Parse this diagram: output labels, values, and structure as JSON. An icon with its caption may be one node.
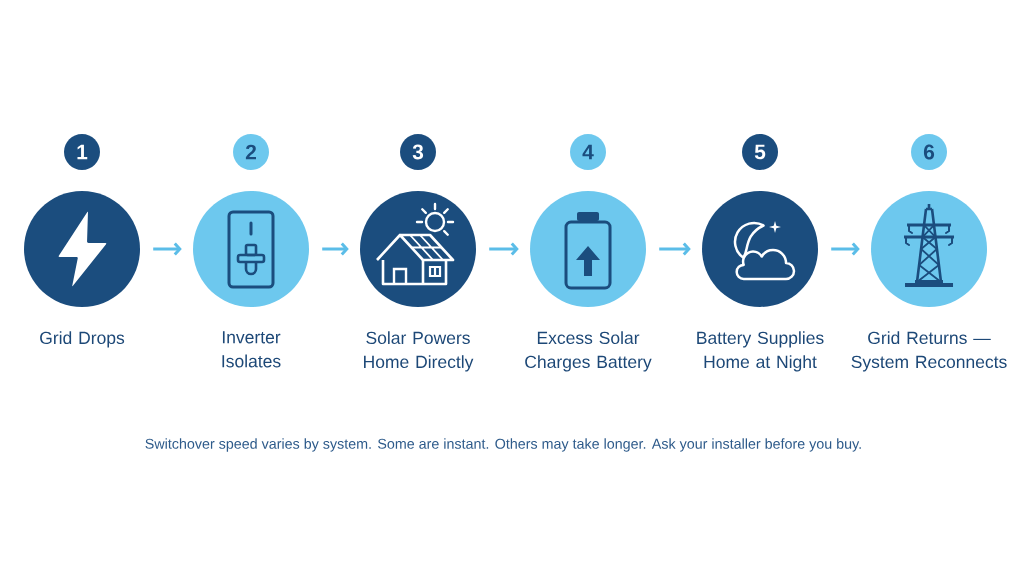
{
  "diagram": {
    "nodes": [
      {
        "text": [
          "1"
        ]
      },
      {
        "text": [
          "Grid Drops"
        ]
      },
      {
        "text": [
          "2"
        ]
      },
      {
        "text": [
          "Inverter Isolates"
        ]
      },
      {
        "text": [
          "3"
        ]
      },
      {
        "text": [
          "Solar Powers Home Directly"
        ]
      },
      {
        "text": [
          "4"
        ]
      },
      {
        "text": [
          "Excess Solar Charges Battery"
        ]
      },
      {
        "text": [
          "5"
        ]
      },
      {
        "text": [
          "Battery Supplies Home at Night"
        ]
      },
      {
        "text": [
          "6"
        ]
      },
      {
        "text": [
          "Grid Returns — System Reconnects"
        ]
      }
    ],
    "edges": [
      {
        "from": 1,
        "to": 3,
        "arrow": "to"
      },
      {
        "from": 3,
        "to": 5,
        "arrow": "to"
      },
      {
        "from": 5,
        "to": 7,
        "arrow": "to"
      },
      {
        "from": 7,
        "to": 9,
        "arrow": "to"
      },
      {
        "from": 9,
        "to": 11,
        "arrow": "to"
      }
    ],
    "caption": "Switchover speed varies by system. Some are instant. Others may take longer. Ask your installer before you buy."
  }
}
